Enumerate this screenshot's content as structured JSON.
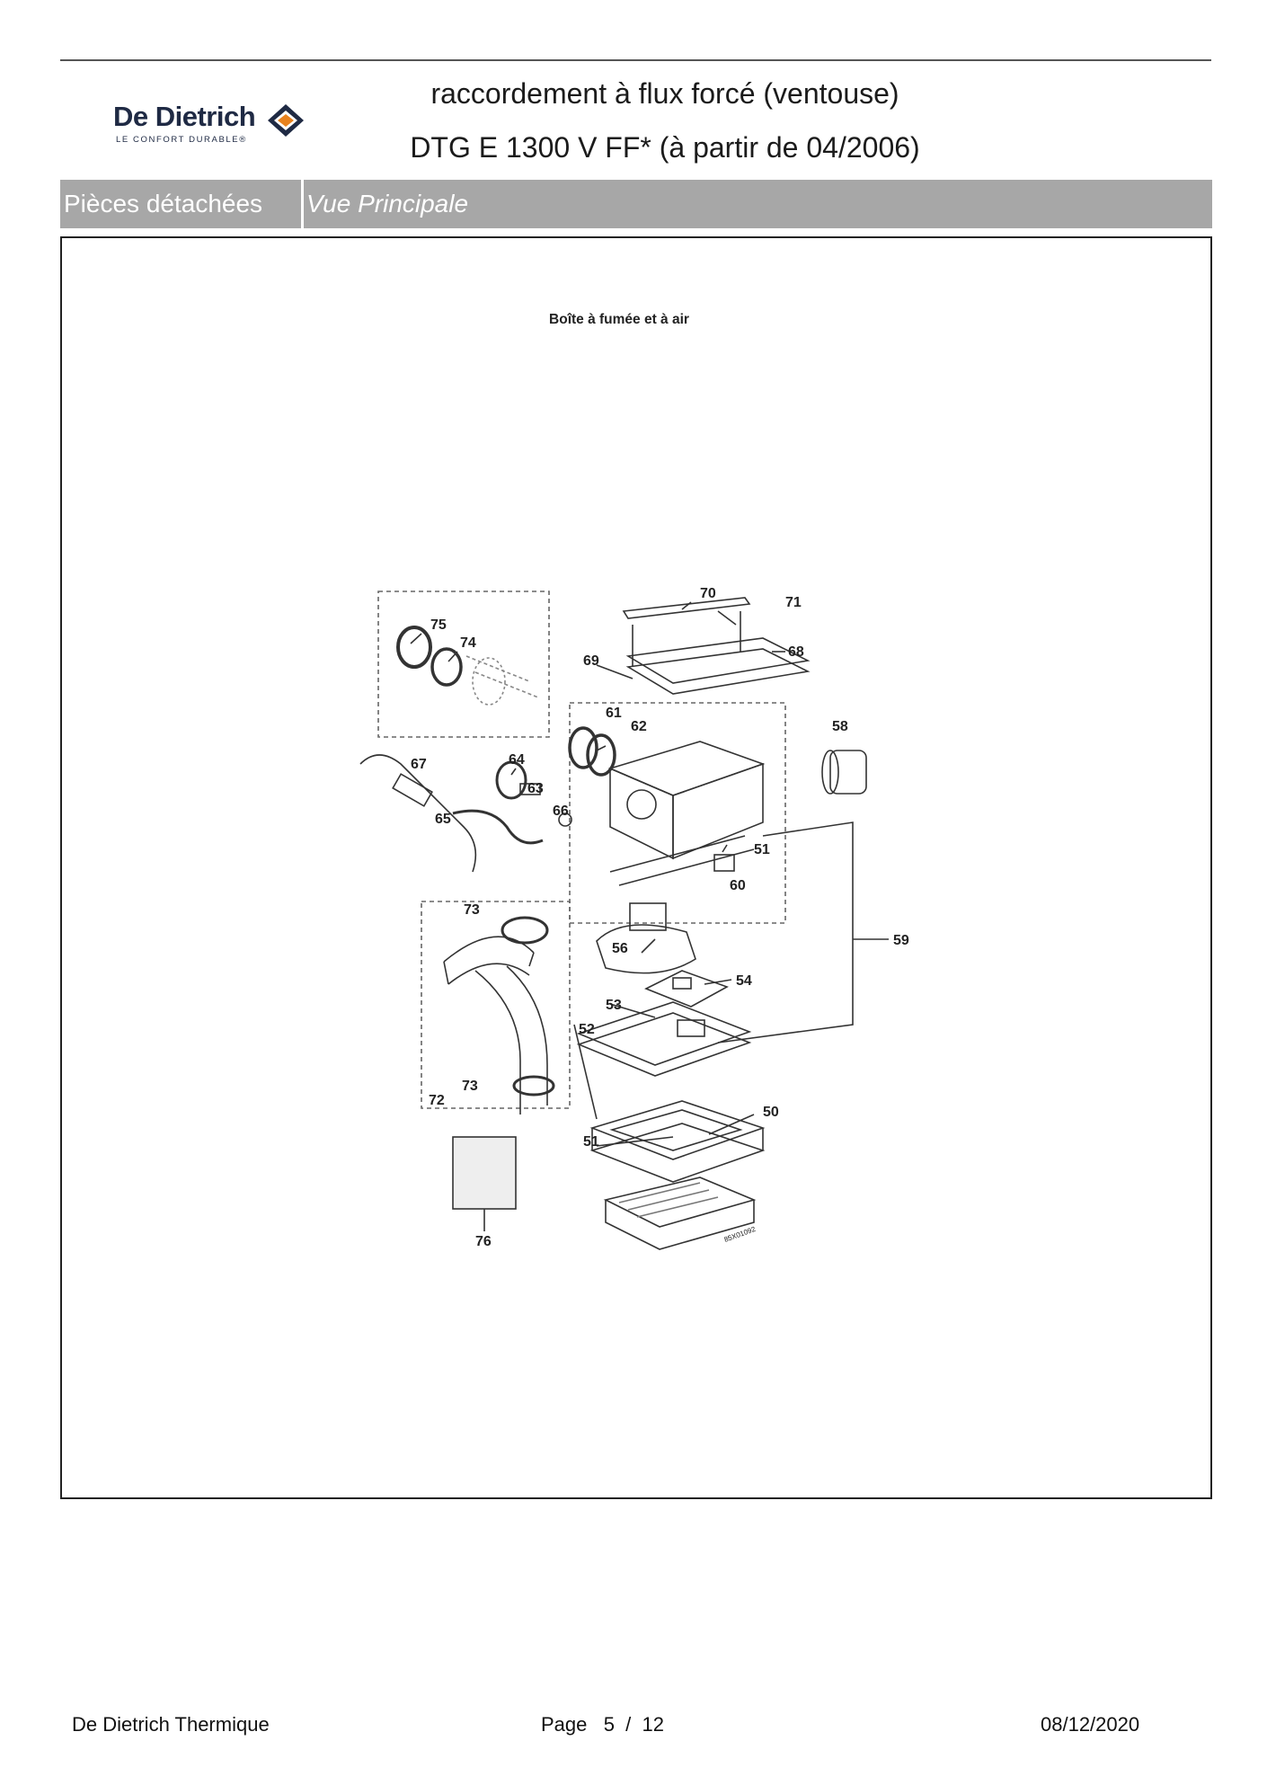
{
  "brand": {
    "name": "De Dietrich",
    "tagline": "LE CONFORT DURABLE®"
  },
  "header": {
    "title": "raccordement à flux forcé (ventouse)",
    "subtitle": "DTG E 1300 V FF* (à partir de 04/2006)"
  },
  "band": {
    "section": "Pièces détachées",
    "view": "Vue Principale"
  },
  "figure": {
    "title": "Boîte à fumée et à air",
    "callouts": [
      "75",
      "74",
      "70",
      "71",
      "68",
      "69",
      "61",
      "62",
      "58",
      "67",
      "64",
      "63",
      "65",
      "66",
      "51",
      "60",
      "59",
      "73",
      "56",
      "54",
      "53",
      "52",
      "72",
      "73",
      "50",
      "51",
      "76"
    ],
    "drawing_code": "85X01092"
  },
  "footer": {
    "company": "De Dietrich Thermique",
    "page": "Page   5  /  12",
    "date": "08/12/2020"
  }
}
